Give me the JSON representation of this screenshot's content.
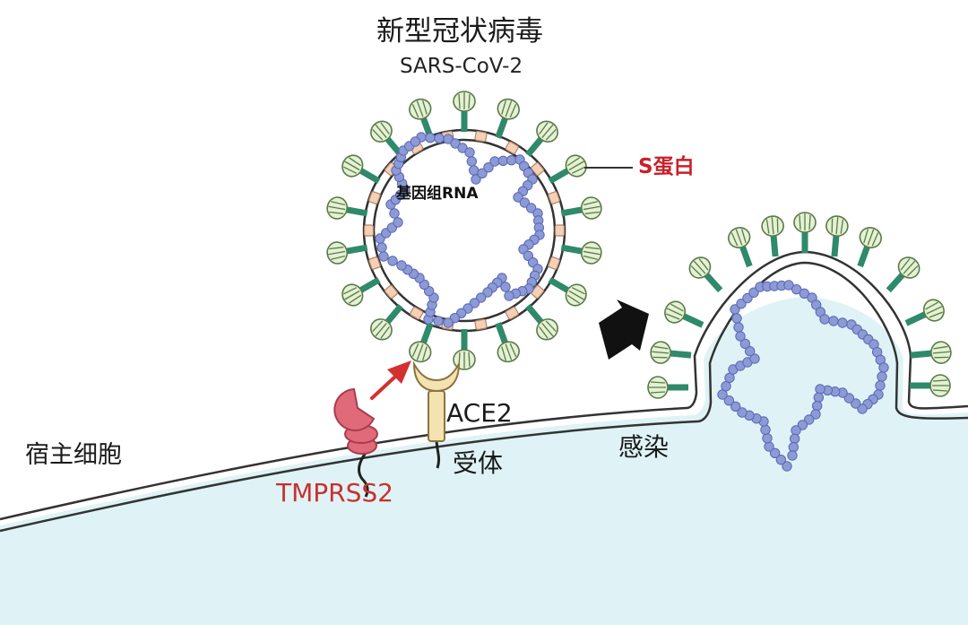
{
  "labels": {
    "virus_name_cn": "新型冠状病毒",
    "virus_name_en": "SARS-CoV-2",
    "genome": "基因组RNA",
    "spike_protein": "S蛋白",
    "host_cell": "宿主细胞",
    "ace2": "ACE2",
    "receptor": "受体",
    "protease": "TMPRSS2",
    "infection": "感染"
  },
  "colors": {
    "cytoplasm": "#dff3f6",
    "membrane_line": "#333333",
    "rna_bead": "#8c9ad6",
    "rna_outline": "#5a67b4",
    "spike_stalk": "#2e8a6a",
    "spike_head": "#e4f1d2",
    "spike_outline": "#5a7a4a",
    "membrane_protein": "#f5d0b4",
    "protease": "#e06a7a",
    "receptor_body": "#f4e2b0",
    "arrow_red": "#d43030",
    "arrow_black": "#111111",
    "label_red": "#c8202a"
  },
  "icons": {
    "process_arrow": "arrow-right-icon",
    "cleavage_arrow": "arrow-up-right-icon"
  }
}
